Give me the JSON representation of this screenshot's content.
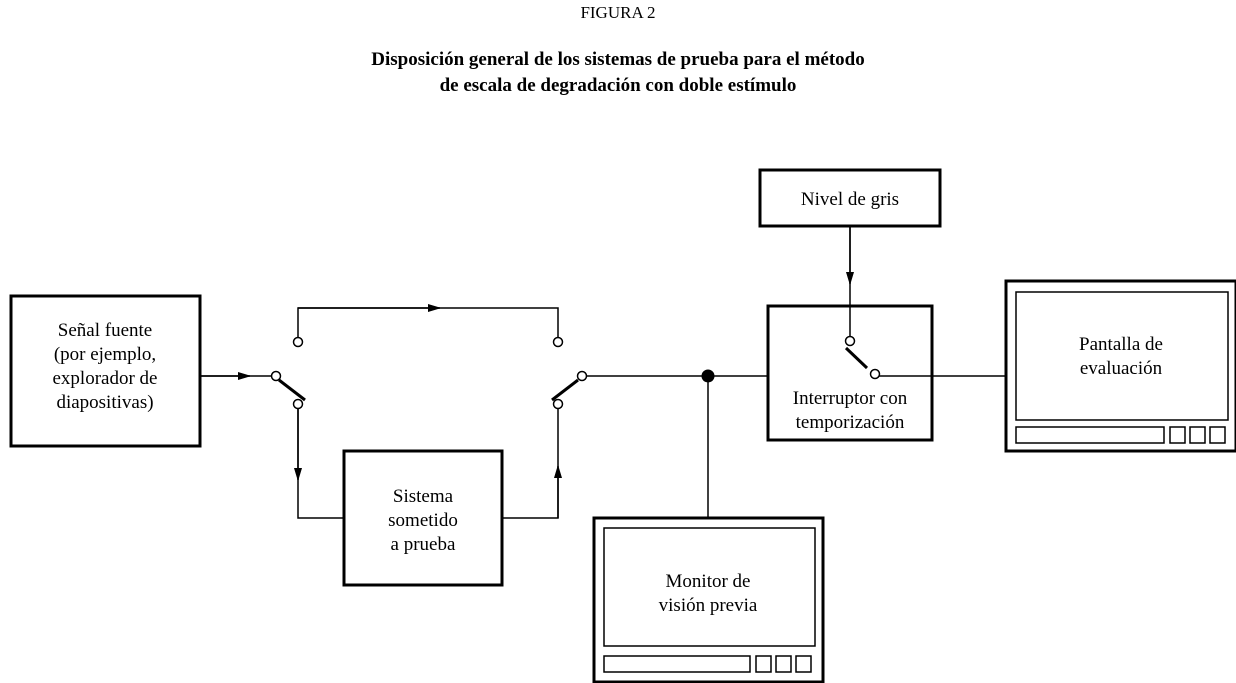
{
  "figure": {
    "label": "FIGURA 2",
    "title_line1": "Disposición general de los sistemas de prueba para el método",
    "title_line2": "de escala de degradación con doble estímulo"
  },
  "blocks": {
    "source": [
      "Señal fuente",
      "(por ejemplo,",
      "explorador de",
      "diapositivas)"
    ],
    "system_under_test": [
      "Sistema",
      "sometido",
      "a prueba"
    ],
    "grey_level": [
      "Nivel de gris"
    ],
    "timed_switch": [
      "Interruptor con",
      "temporización"
    ],
    "evaluation_display": [
      "Pantalla de",
      "evaluación"
    ],
    "preview_monitor": [
      "Monitor de",
      "visión previa"
    ]
  }
}
